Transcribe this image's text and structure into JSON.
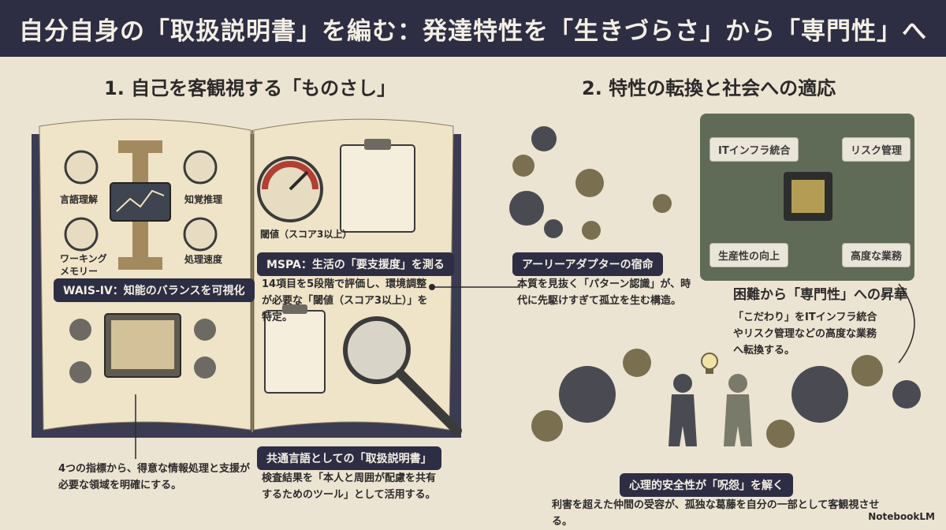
{
  "header": {
    "title": "自分自身の「取扱説明書」を編む：発達特性を「生きづらさ」から「専門性」へ"
  },
  "left": {
    "title": "1. 自己を客観視する「ものさし」",
    "wais_labels": [
      "言語理解",
      "知覚推理",
      "ワーキング\nメモリー",
      "処理速度"
    ],
    "wais_banner": "WAIS-IV：知能のバランスを可視化",
    "wais_desc": "4つの指標から、得意な情報処理と支援が必要な領域を明確にする。",
    "threshold_label": "閾値（スコア3以上）",
    "mspa_banner": "MSPA：生活の「要支援度」を測る",
    "mspa_desc": "14項目を5段階で評価し、環境調整が必要な「閾値（スコア3以上）」を特定。",
    "manual_banner": "共通言語としての「取扱説明書」",
    "manual_desc": "検査結果を「本人と周囲が配慮を共有するためのツール」として活用する。"
  },
  "right": {
    "title": "2. 特性の転換と社会への適応",
    "chips": [
      "ITインフラ統合",
      "リスク管理",
      "生産性の向上",
      "高度な業務"
    ],
    "adopter_banner": "アーリーアダプターの宿命",
    "adopter_desc": "本質を見抜く「パターン認識」が、時代に先駆けすぎて孤立を生む構造。",
    "expertise_title": "困難から「専門性」への昇華",
    "expertise_desc": "「こだわり」をITインフラ統合やリスク管理などの高度な業務へ転換する。",
    "safety_banner": "心理的安全性が「呪怨」を解く",
    "safety_desc": "利害を超えた仲間の受容が、孤独な葛藤を自分の一部として客観視させる。"
  },
  "footer": {
    "brand": "NotebookLM"
  },
  "colors": {
    "navy": "#2d2e44",
    "parchment": "#ece4d2",
    "board": "#5f6b57",
    "gear_dark": "#4a4b52",
    "gear_olive": "#7a6f4f"
  }
}
